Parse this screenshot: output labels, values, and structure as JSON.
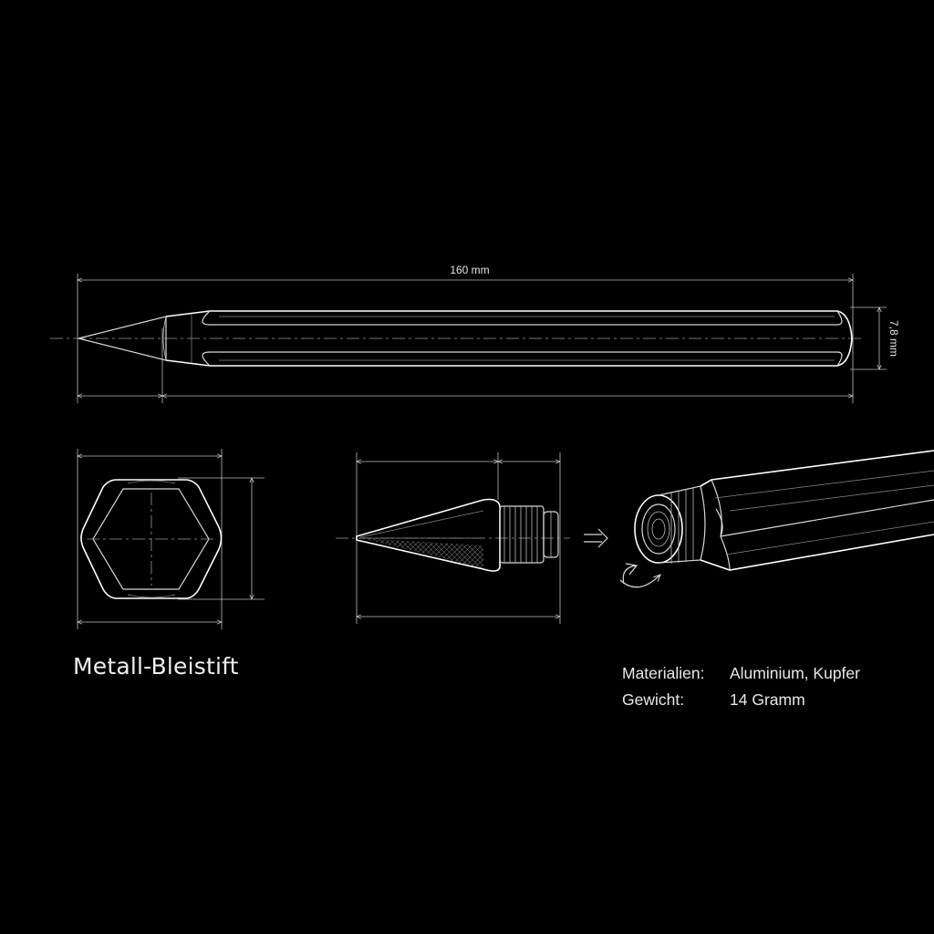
{
  "product": {
    "title": "Metall-Bleistift"
  },
  "dimensions": {
    "length": "160 mm",
    "diameter": "7,8 mm"
  },
  "specs": [
    {
      "label": "Materialien:",
      "value": "Aluminium, Kupfer"
    },
    {
      "label": "Gewicht:",
      "value": "14 Gramm"
    }
  ]
}
